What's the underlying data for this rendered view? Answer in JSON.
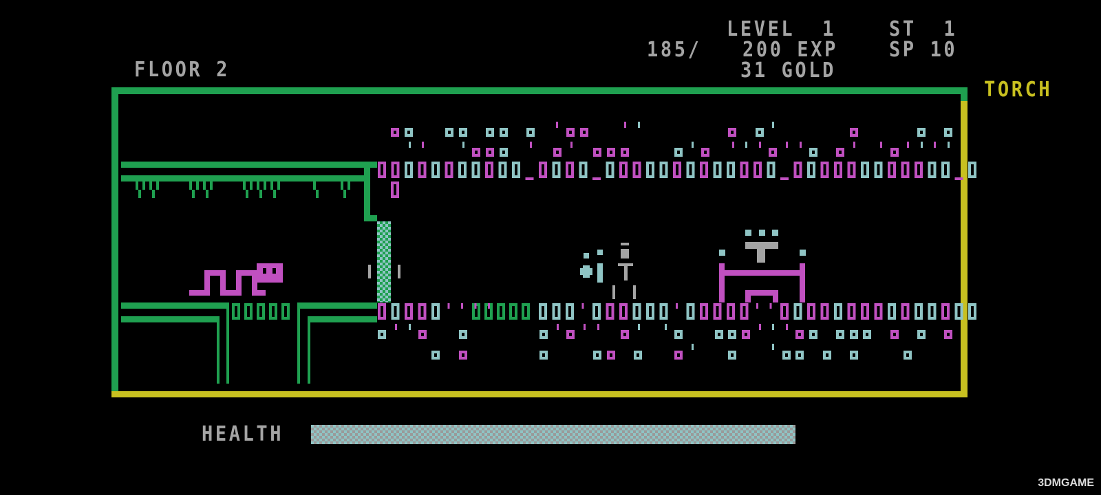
{
  "hud": {
    "floor": "FLOOR 2",
    "level": "LEVEL  1",
    "st": "ST  1",
    "exp": "185/   200 EXP",
    "sp": "SP 10",
    "gold": "31 GOLD",
    "equipped": "TORCH",
    "health_label": "HEALTH",
    "health_fraction": 1.0
  },
  "colors": {
    "green": "#1fa050",
    "yellow": "#c8c020",
    "magenta": "#c050c0",
    "cyan": "#8fc4c4",
    "grey": "#a4a4a4"
  },
  "watermark": "3DMGAME"
}
